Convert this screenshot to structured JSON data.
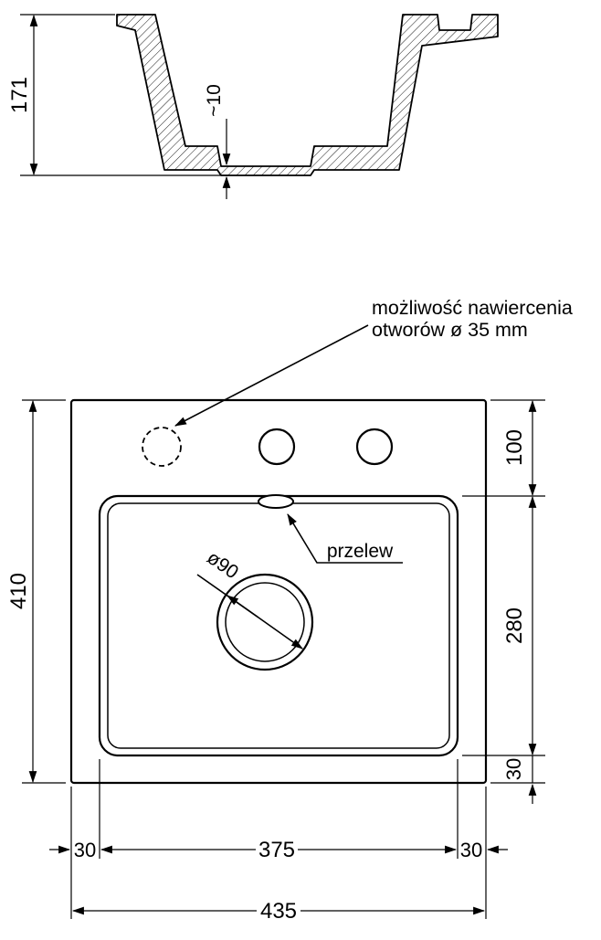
{
  "section_view": {
    "height": "171",
    "bottom_thickness": "~10"
  },
  "note": {
    "line1": "możliwość nawiercenia",
    "line2": "otworów ø 35 mm"
  },
  "plan_view": {
    "overflow": "przelew",
    "drain_diameter": "ø90"
  },
  "dimensions": {
    "total_height": "410",
    "rim_to_basin": "100",
    "basin_length": "280",
    "basin_to_edge": "30",
    "left_margin": "30",
    "basin_width": "375",
    "right_margin": "30",
    "total_width": "435"
  },
  "colors": {
    "line": "#000000",
    "background": "#ffffff"
  }
}
